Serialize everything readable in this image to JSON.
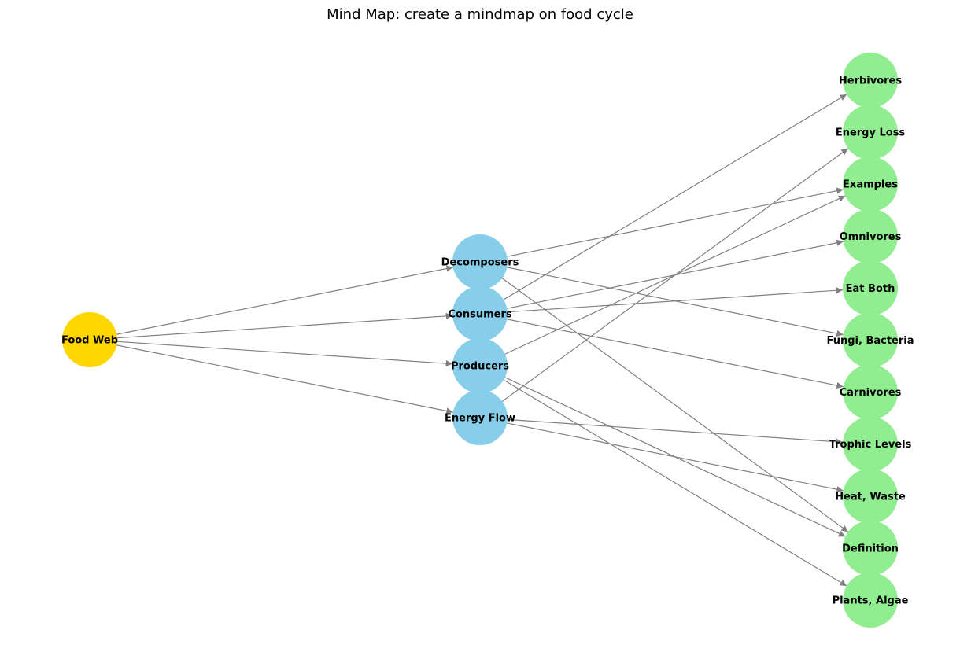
{
  "title": "Mind Map: create a mindmap on food cycle",
  "colors": {
    "root": "#FFD700",
    "branch": "#87CEEB",
    "leaf": "#90EE90",
    "edge": "#808080"
  },
  "nodes": [
    {
      "id": "food-web",
      "label": "Food Web",
      "level": "root"
    },
    {
      "id": "decomposers",
      "label": "Decomposers",
      "level": "branch"
    },
    {
      "id": "consumers",
      "label": "Consumers",
      "level": "branch"
    },
    {
      "id": "producers",
      "label": "Producers",
      "level": "branch"
    },
    {
      "id": "energy-flow",
      "label": "Energy Flow",
      "level": "branch"
    },
    {
      "id": "herbivores",
      "label": "Herbivores",
      "level": "leaf"
    },
    {
      "id": "energy-loss",
      "label": "Energy Loss",
      "level": "leaf"
    },
    {
      "id": "examples",
      "label": "Examples",
      "level": "leaf"
    },
    {
      "id": "omnivores",
      "label": "Omnivores",
      "level": "leaf"
    },
    {
      "id": "eat-both",
      "label": "Eat Both",
      "level": "leaf"
    },
    {
      "id": "fungi-bacteria",
      "label": "Fungi, Bacteria",
      "level": "leaf"
    },
    {
      "id": "carnivores",
      "label": "Carnivores",
      "level": "leaf"
    },
    {
      "id": "trophic-levels",
      "label": "Trophic Levels",
      "level": "leaf"
    },
    {
      "id": "heat-waste",
      "label": "Heat, Waste",
      "level": "leaf"
    },
    {
      "id": "definition",
      "label": "Definition",
      "level": "leaf"
    },
    {
      "id": "plants-algae",
      "label": "Plants, Algae",
      "level": "leaf"
    }
  ],
  "edges": [
    [
      "food-web",
      "decomposers"
    ],
    [
      "food-web",
      "consumers"
    ],
    [
      "food-web",
      "producers"
    ],
    [
      "food-web",
      "energy-flow"
    ],
    [
      "decomposers",
      "examples"
    ],
    [
      "decomposers",
      "fungi-bacteria"
    ],
    [
      "decomposers",
      "definition"
    ],
    [
      "consumers",
      "herbivores"
    ],
    [
      "consumers",
      "omnivores"
    ],
    [
      "consumers",
      "eat-both"
    ],
    [
      "consumers",
      "carnivores"
    ],
    [
      "producers",
      "examples"
    ],
    [
      "producers",
      "definition"
    ],
    [
      "producers",
      "plants-algae"
    ],
    [
      "energy-flow",
      "energy-loss"
    ],
    [
      "energy-flow",
      "trophic-levels"
    ],
    [
      "energy-flow",
      "heat-waste"
    ]
  ]
}
